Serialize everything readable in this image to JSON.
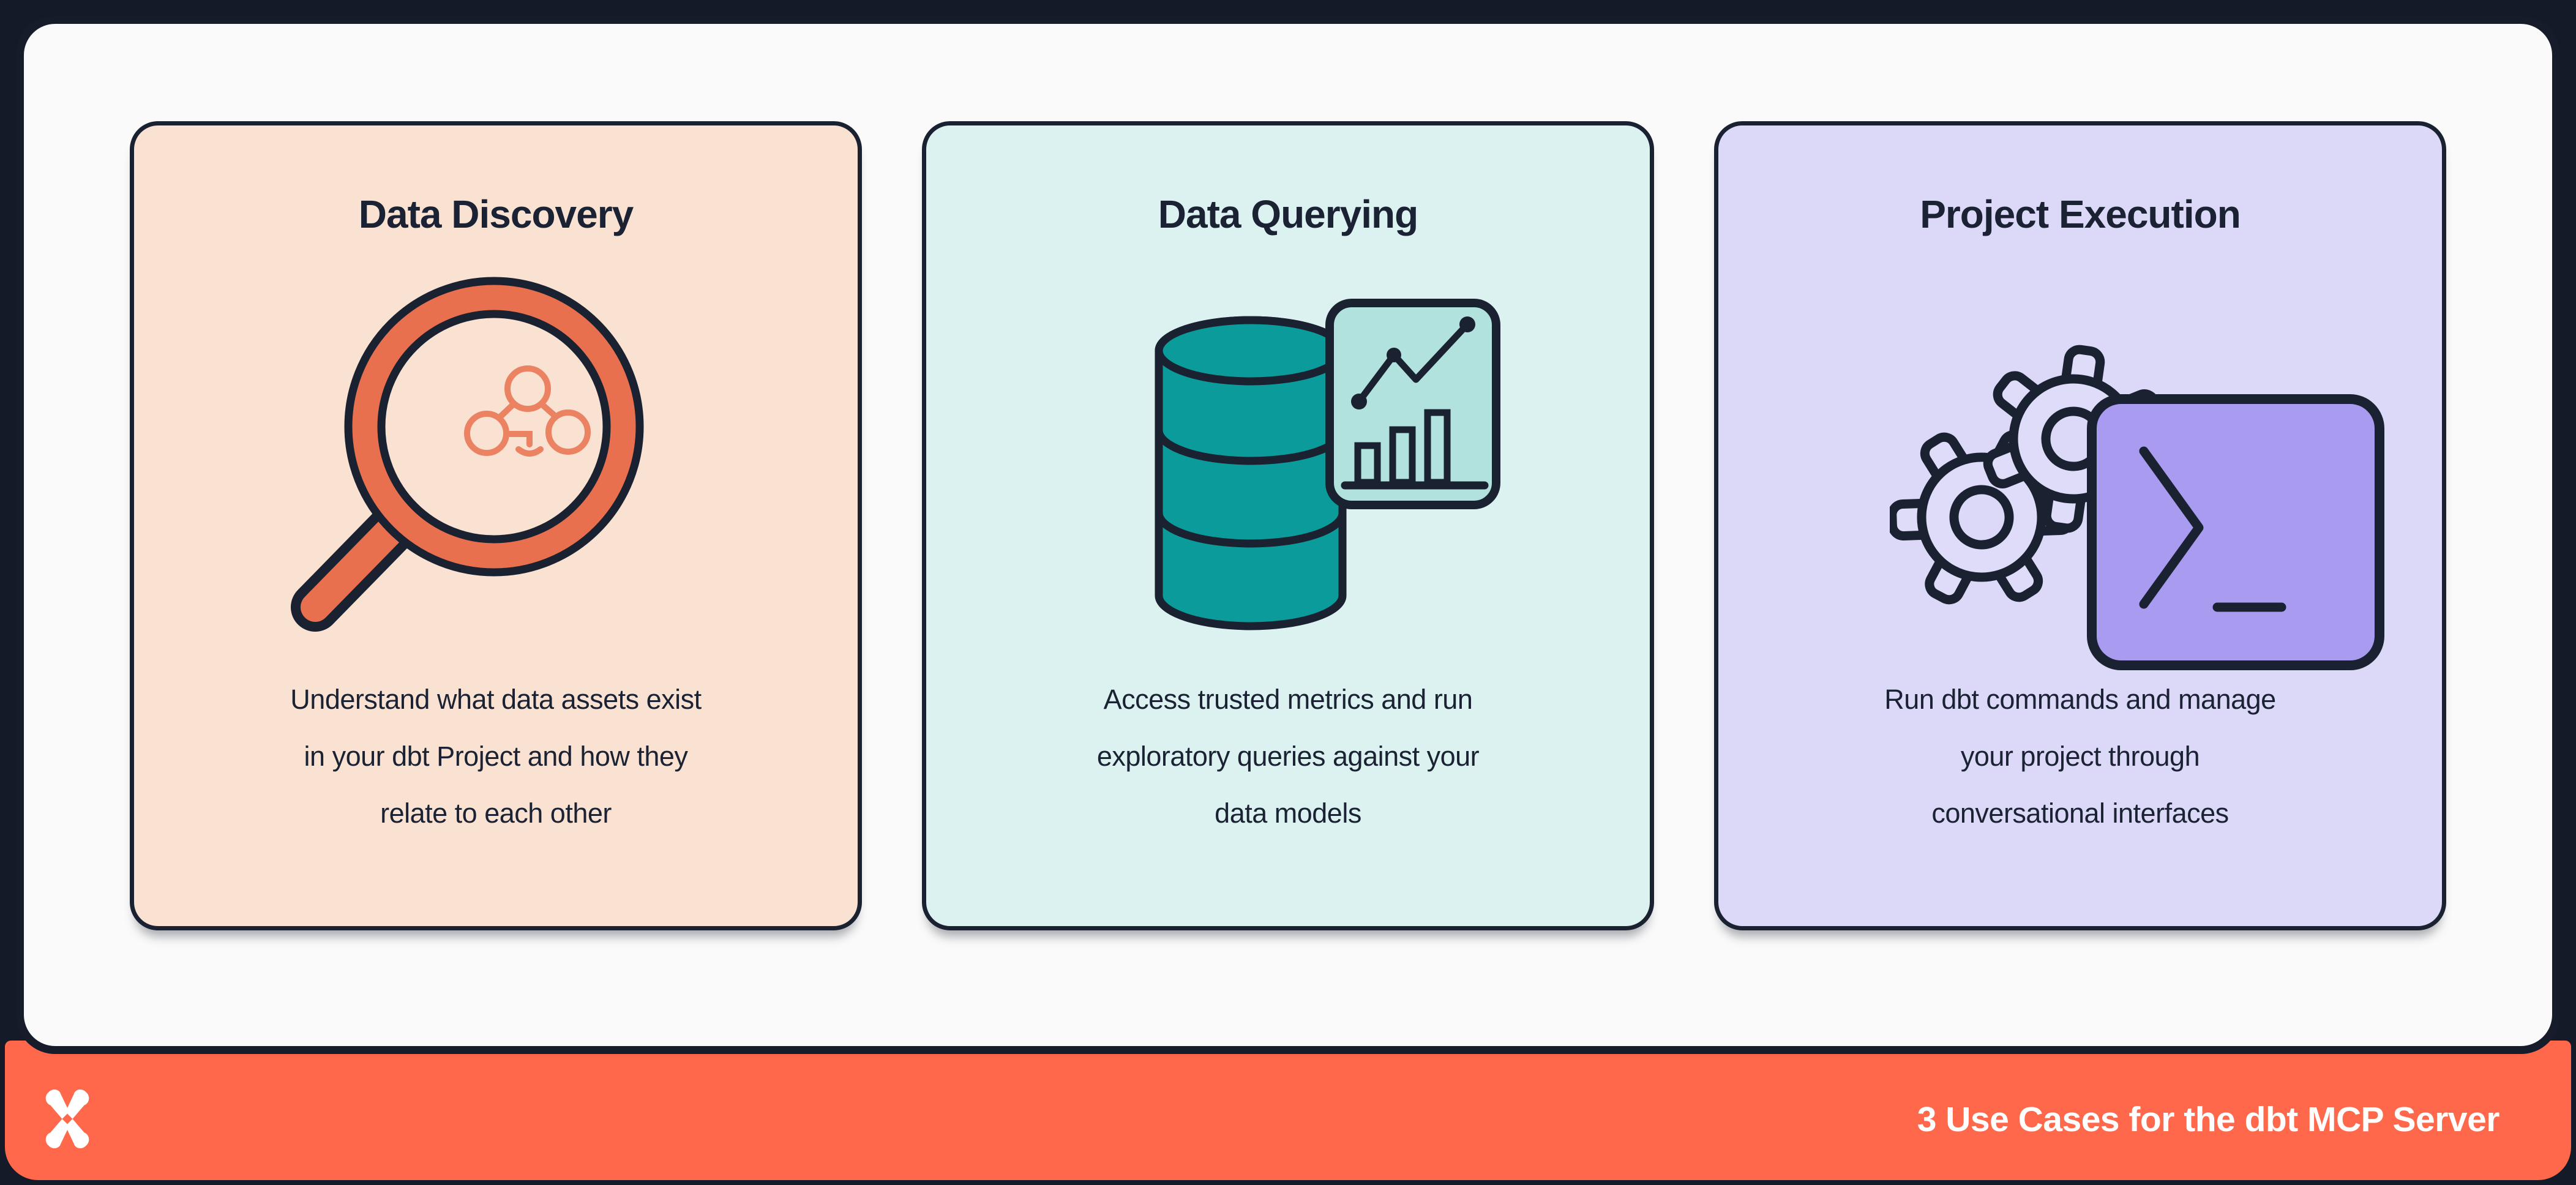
{
  "cards": [
    {
      "title": "Data Discovery",
      "description_lines": [
        "Understand what data assets exist",
        "in your dbt Project and how they",
        "relate to each other"
      ],
      "icon": "magnifier-lineage-icon",
      "bg_color": "#fae2d3"
    },
    {
      "title": "Data Querying",
      "description_lines": [
        "Access trusted metrics and run",
        "exploratory queries against your",
        "data models"
      ],
      "icon": "database-chart-icon",
      "bg_color": "#dcf2f0"
    },
    {
      "title": "Project Execution",
      "description_lines": [
        "Run dbt commands and manage",
        "your project through",
        "conversational interfaces"
      ],
      "icon": "gears-terminal-icon",
      "bg_color": "#dcd9f8"
    }
  ],
  "footer": {
    "title": "3 Use Cases for the dbt MCP Server",
    "logo": "dbt-logo"
  },
  "colors": {
    "frame_navy": "#141a27",
    "outline_navy": "#1a2130",
    "panel_white": "#fafafa",
    "text_navy": "#1a2233",
    "footer_orange": "#ff684b",
    "magnifier_orange": "#e8704e",
    "lineage_orange": "#eb8262",
    "database_teal": "#0b9b9a",
    "chart_panel_teal": "#b2e2de",
    "terminal_purple": "#a89bf0",
    "gear_lavender": "#dfdcf9",
    "footer_text": "#ffffff"
  }
}
